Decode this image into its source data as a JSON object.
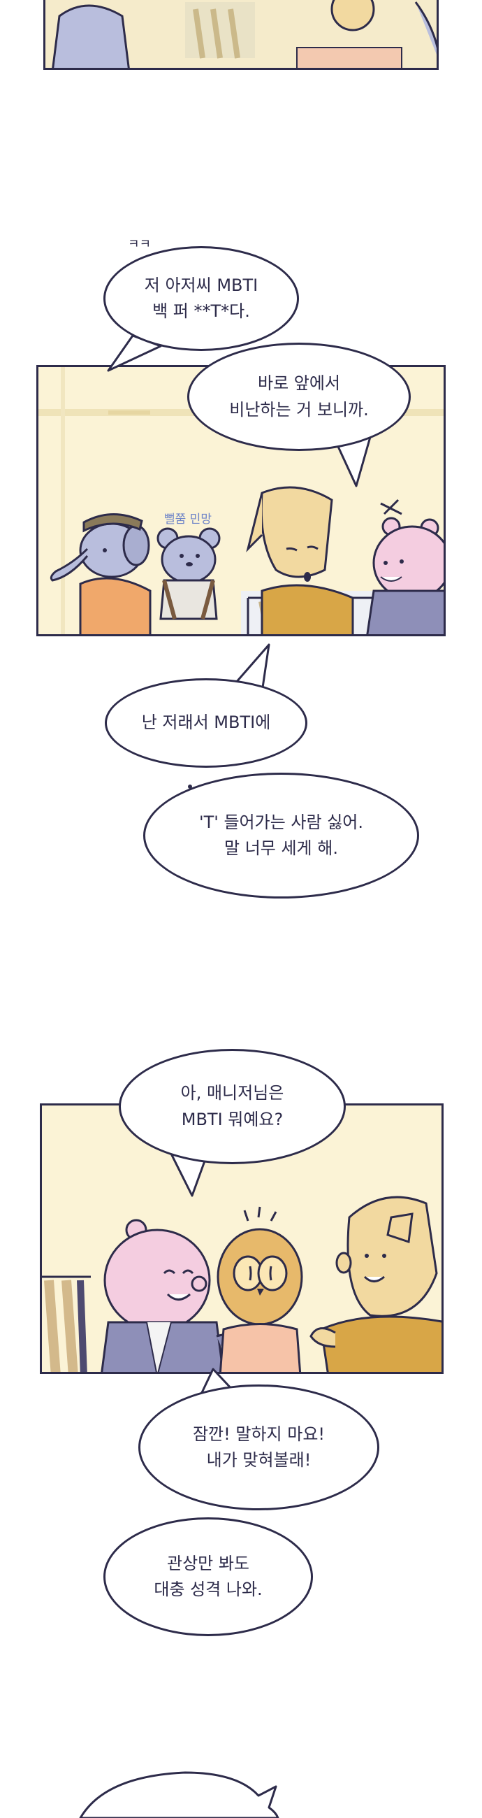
{
  "sfx": {
    "kk": "ㅋㅋ",
    "embarrassed": "뻘쭘 민망"
  },
  "bubbles": {
    "b1": [
      "저 아저씨 MBTI",
      "백 퍼 **T*다."
    ],
    "b2": [
      "바로 앞에서",
      "비난하는 거 보니까."
    ],
    "b3": [
      "난 저래서 MBTI에"
    ],
    "b4": [
      "'T' 들어가는 사람 싫어.",
      "말 너무 세게 해."
    ],
    "b5": [
      "아, 매니저님은",
      "MBTI 뭐예요?"
    ],
    "b6": [
      "잠깐! 말하지 마요!",
      "내가 맞혀볼래!"
    ],
    "b7": [
      "관상만 봐도",
      "대충 성격 나와."
    ]
  },
  "colors": {
    "ink": "#2d2b4a",
    "panel_bg": "#fbf3d6",
    "elephant": "#b9bedd",
    "pink_char": "#f4cde0",
    "blonde": "#f2d9a0",
    "mustard": "#d8a647",
    "owl": "#e7b96b"
  },
  "icons": [
    "elephant-character",
    "koala-character",
    "blonde-character",
    "pink-character",
    "owl-character",
    "clothing-rack"
  ]
}
